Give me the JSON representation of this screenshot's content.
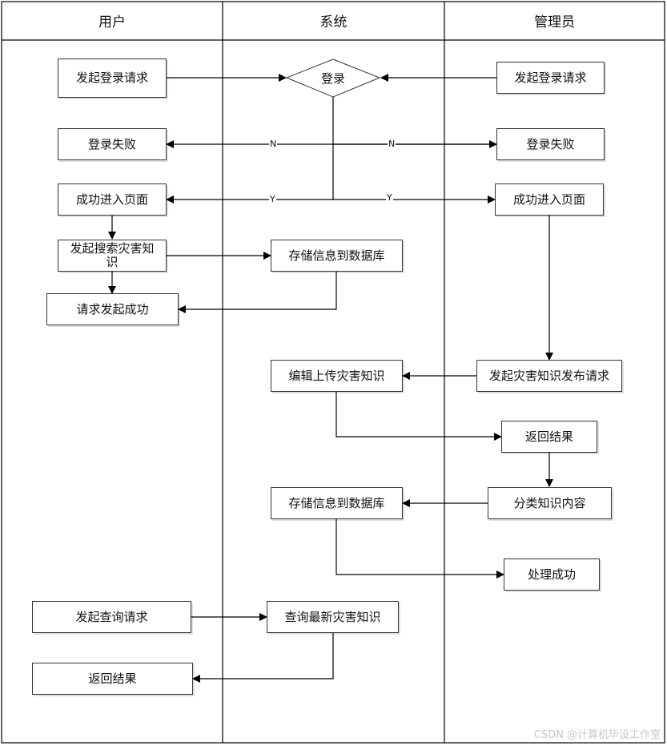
{
  "lanes": {
    "user": "用户",
    "system": "系统",
    "admin": "管理员"
  },
  "nodes": {
    "user_login_request": "发起登录请求",
    "login_decision": "登录",
    "admin_login_request": "发起登录请求",
    "user_login_failed": "登录失败",
    "admin_login_failed": "登录失败",
    "user_enter_page": "成功进入页面",
    "admin_enter_page": "成功进入页面",
    "user_search_knowledge": "发起搜索灾害知识",
    "system_store_db_1": "存储信息到数据库",
    "user_request_success": "请求发起成功",
    "system_edit_upload": "编辑上传灾害知识",
    "admin_publish_request": "发起灾害知识发布请求",
    "admin_return_result": "返回结果",
    "system_store_db_2": "存储信息到数据库",
    "admin_classify": "分类知识内容",
    "admin_process_success": "处理成功",
    "user_query_request": "发起查询请求",
    "system_query_latest": "查询最新灾害知识",
    "user_return_result": "返回结果"
  },
  "edge_labels": {
    "no": "N",
    "yes": "Y"
  },
  "watermark": "CSDN @计算机毕设工作室"
}
